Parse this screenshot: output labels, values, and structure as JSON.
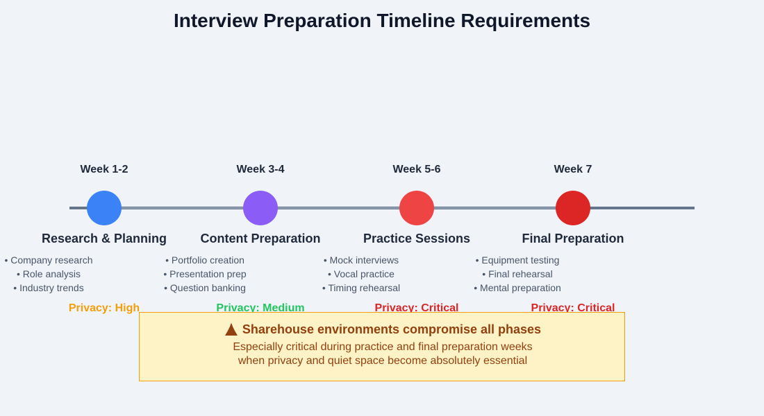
{
  "title": "Interview Preparation Timeline Requirements",
  "colors": {
    "background": "#f0f4f8",
    "axis": "#64748b",
    "connector": "#94a3b8",
    "warning_fill": "#fef3c7",
    "warning_border": "#f59e0b",
    "warning_text": "#92400e"
  },
  "phases": [
    {
      "week": "Week 1-2",
      "name": "Research & Planning",
      "color": "#3b82f6",
      "items": [
        "• Company research",
        "• Role analysis",
        "• Industry trends"
      ],
      "privacy": "Privacy: High",
      "privacy_color": "#f59e0b"
    },
    {
      "week": "Week 3-4",
      "name": "Content Preparation",
      "color": "#8b5cf6",
      "items": [
        "• Portfolio creation",
        "• Presentation prep",
        "• Question banking"
      ],
      "privacy": "Privacy: Medium",
      "privacy_color": "#22c55e"
    },
    {
      "week": "Week 5-6",
      "name": "Practice Sessions",
      "color": "#ef4444",
      "items": [
        "• Mock interviews",
        "• Vocal practice",
        "• Timing rehearsal"
      ],
      "privacy": "Privacy: Critical",
      "privacy_color": "#dc2626"
    },
    {
      "week": "Week 7",
      "name": "Final Preparation",
      "color": "#dc2626",
      "items": [
        "• Equipment testing",
        "• Final rehearsal",
        "• Mental preparation"
      ],
      "privacy": "Privacy: Critical",
      "privacy_color": "#dc2626"
    }
  ],
  "warning": {
    "icon": "warning-triangle-icon",
    "heading": "Sharehouse environments compromise all phases",
    "line1": "Especially critical during practice and final preparation weeks",
    "line2": "when privacy and quiet space become absolutely essential"
  }
}
